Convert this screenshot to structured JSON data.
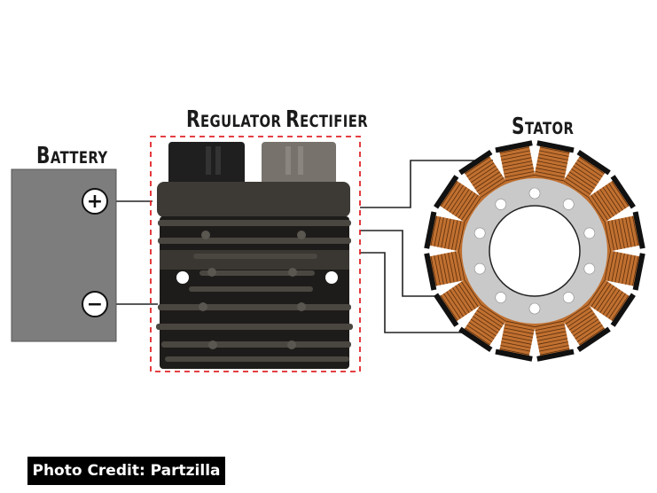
{
  "labels": {
    "battery": {
      "first": "B",
      "rest": "ATTERY"
    },
    "regulator": {
      "w1_first": "R",
      "w1_rest": "EGULATOR",
      "w2_first": "R",
      "w2_rest": "ECTIFIER"
    },
    "stator": {
      "first": "S",
      "rest": "TATOR"
    }
  },
  "terminals": {
    "positive": "+",
    "negative": "−"
  },
  "credit": "Photo Credit: Partzilla",
  "colors": {
    "battery_fill": "#7d7d7d",
    "regulator_body": "#3a3834",
    "dashed_border": "#e0252a",
    "coil": "#c07030",
    "stator_ring": "#c9c9c9",
    "wire": "#222222"
  },
  "stator": {
    "coil_count": 16,
    "bolt_hole_count": 10
  }
}
